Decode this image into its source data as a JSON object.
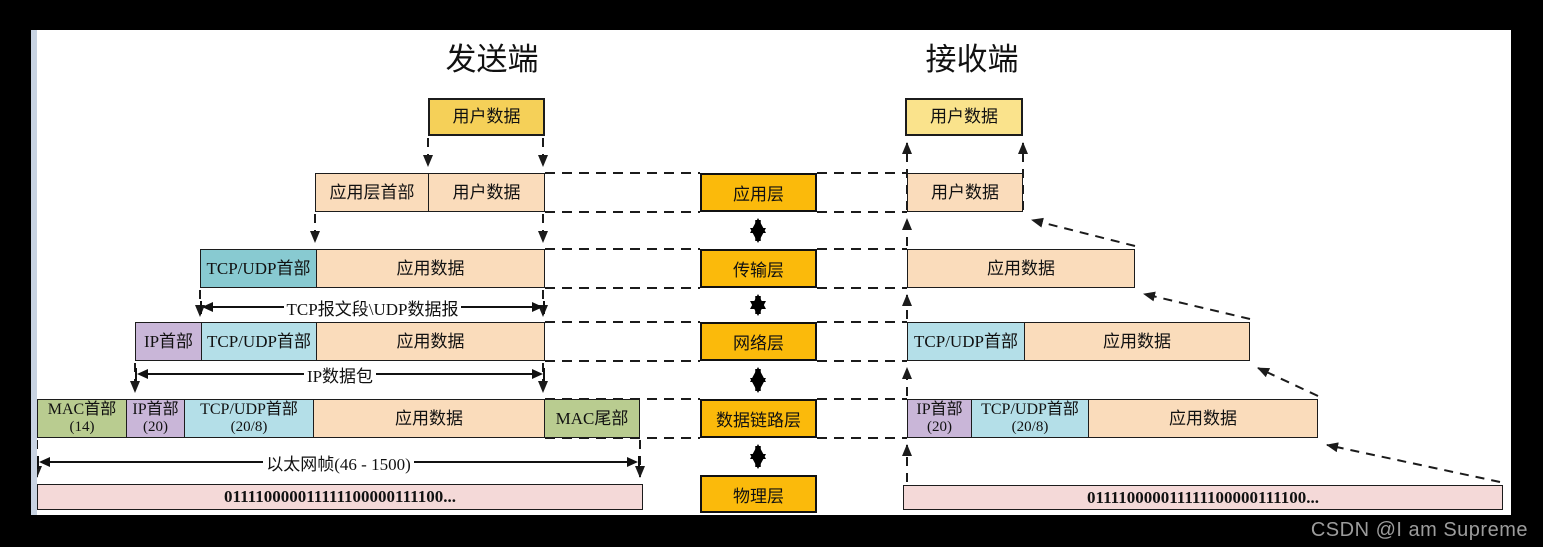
{
  "titles": {
    "sender": "发送端",
    "receiver": "接收端"
  },
  "layers": [
    {
      "label": "应用层"
    },
    {
      "label": "传输层"
    },
    {
      "label": "网络层"
    },
    {
      "label": "数据链路层"
    },
    {
      "label": "物理层"
    }
  ],
  "sender": {
    "rows": [
      {
        "cells": [
          {
            "label": "用户数据"
          }
        ]
      },
      {
        "cells": [
          {
            "label": "应用层首部"
          },
          {
            "label": "用户数据"
          }
        ]
      },
      {
        "cells": [
          {
            "label": "TCP/UDP首部"
          },
          {
            "label": "应用数据"
          }
        ]
      },
      {
        "cells": [
          {
            "label": "IP首部"
          },
          {
            "label": "TCP/UDP首部"
          },
          {
            "label": "应用数据"
          }
        ]
      },
      {
        "cells": [
          {
            "label": "MAC首部",
            "sub": "(14)"
          },
          {
            "label": "IP首部",
            "sub": "(20)"
          },
          {
            "label": "TCP/UDP首部",
            "sub": "(20/8)"
          },
          {
            "label": "应用数据"
          },
          {
            "label": "MAC尾部"
          }
        ]
      }
    ],
    "measures": [
      {
        "label": "TCP报文段\\UDP数据报"
      },
      {
        "label": "IP数据包"
      },
      {
        "label": "以太网帧(46 - 1500)"
      }
    ],
    "bitstream": "011110000011111100000111100..."
  },
  "receiver": {
    "rows": [
      {
        "cells": [
          {
            "label": "用户数据"
          }
        ]
      },
      {
        "cells": [
          {
            "label": "用户数据"
          }
        ]
      },
      {
        "cells": [
          {
            "label": "应用数据"
          }
        ]
      },
      {
        "cells": [
          {
            "label": "TCP/UDP首部"
          },
          {
            "label": "应用数据"
          }
        ]
      },
      {
        "cells": [
          {
            "label": "IP首部",
            "sub": "(20)"
          },
          {
            "label": "TCP/UDP首部",
            "sub": "(20/8)"
          },
          {
            "label": "应用数据"
          }
        ]
      }
    ],
    "bitstream": "011110000011111100000111100..."
  },
  "frame": {
    "watermark": "CSDN @I am Supreme"
  },
  "colors": {
    "yellow_deep": "#F5D058",
    "yellow_light": "#FAE38C",
    "peach": "#FADCBB",
    "teal": "#88CAD1",
    "blue": "#B4DFE8",
    "purple": "#C9B6D8",
    "green": "#B9CC90",
    "amber": "#FBBA0B",
    "pink": "#F4D9D8",
    "accent_line": "#C8D3E2",
    "line": "#1B1B1B",
    "watermark_gray": "#9C9C9C"
  }
}
